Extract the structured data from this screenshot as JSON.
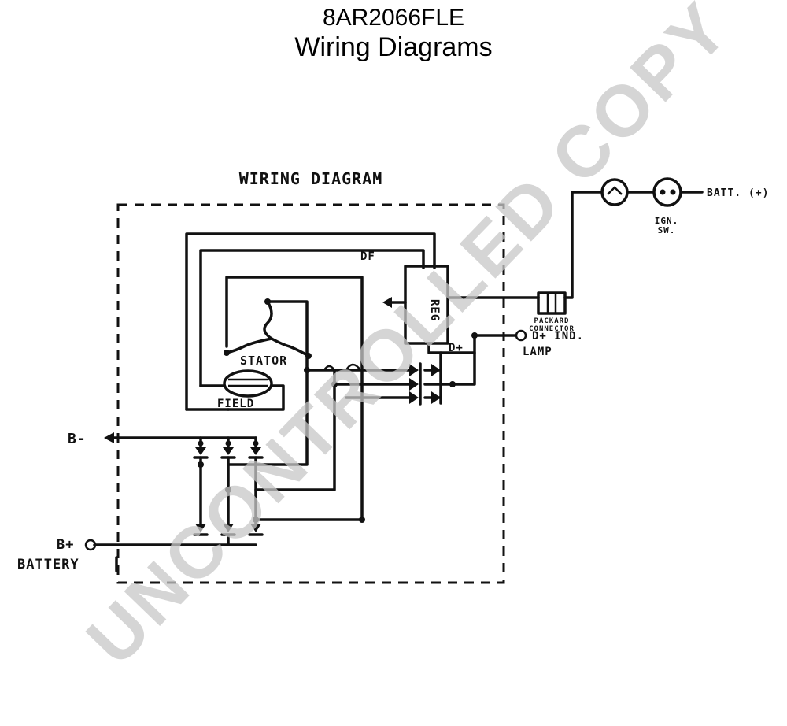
{
  "header": {
    "model": "8AR2066FLE",
    "subtitle": "Wiring Diagrams"
  },
  "diagram": {
    "title": "WIRING DIAGRAM",
    "labels": {
      "df": "DF",
      "reg": "REG",
      "d_plus": "D+",
      "stator": "STATOR",
      "field": "FIELD",
      "b_minus": "B-",
      "b_plus": "B+",
      "battery": "BATTERY",
      "d_plus_ind": "D+ IND.",
      "lamp": "LAMP",
      "batt_plus": "BATT. (+)",
      "ign": "IGN.",
      "sw": "SW.",
      "packard_1": "PACKARD",
      "packard_2": "CONNECTOR"
    }
  },
  "watermark": "UNCONTROLLED COPY"
}
